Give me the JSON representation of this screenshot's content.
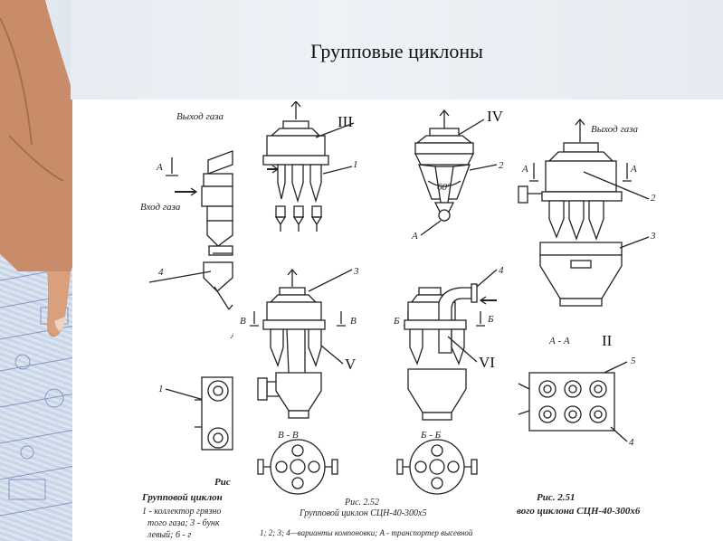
{
  "slide": {
    "title": "Групповые циклоны"
  },
  "figure": {
    "roman": [
      "III",
      "IV",
      "V",
      "VI",
      "II"
    ],
    "labels": {
      "gas_out_left": "Выход газа",
      "gas_in_left": "Вход газа",
      "gas_out_right": "Выход газа",
      "section_aa": "А - А",
      "section_vv": "В - В",
      "section_bb": "Б - Б",
      "letter_a": "А",
      "letter_b": "Б",
      "letter_v": "В",
      "n1": "1",
      "n2": "2",
      "n3": "3",
      "n4": "4",
      "n5": "5",
      "angle": "60°"
    },
    "captions": {
      "left_fig": "Рис",
      "left_title": "Групповой циклон",
      "left_line1": "1 - коллектор грязно",
      "left_line2": "того газа; 3 - бунк",
      "left_line3": "левый; 6 - г",
      "mid_fig": "Рис. 2.52",
      "mid_title": "Групповой циклон СЦН-40-300х5",
      "mid_note": "1; 2; 3; 4—варианты компоновки; А - транспортер высевной",
      "right_fig": "Рис. 2.51",
      "right_title": "вого циклона СЦН-40-300х6"
    }
  }
}
